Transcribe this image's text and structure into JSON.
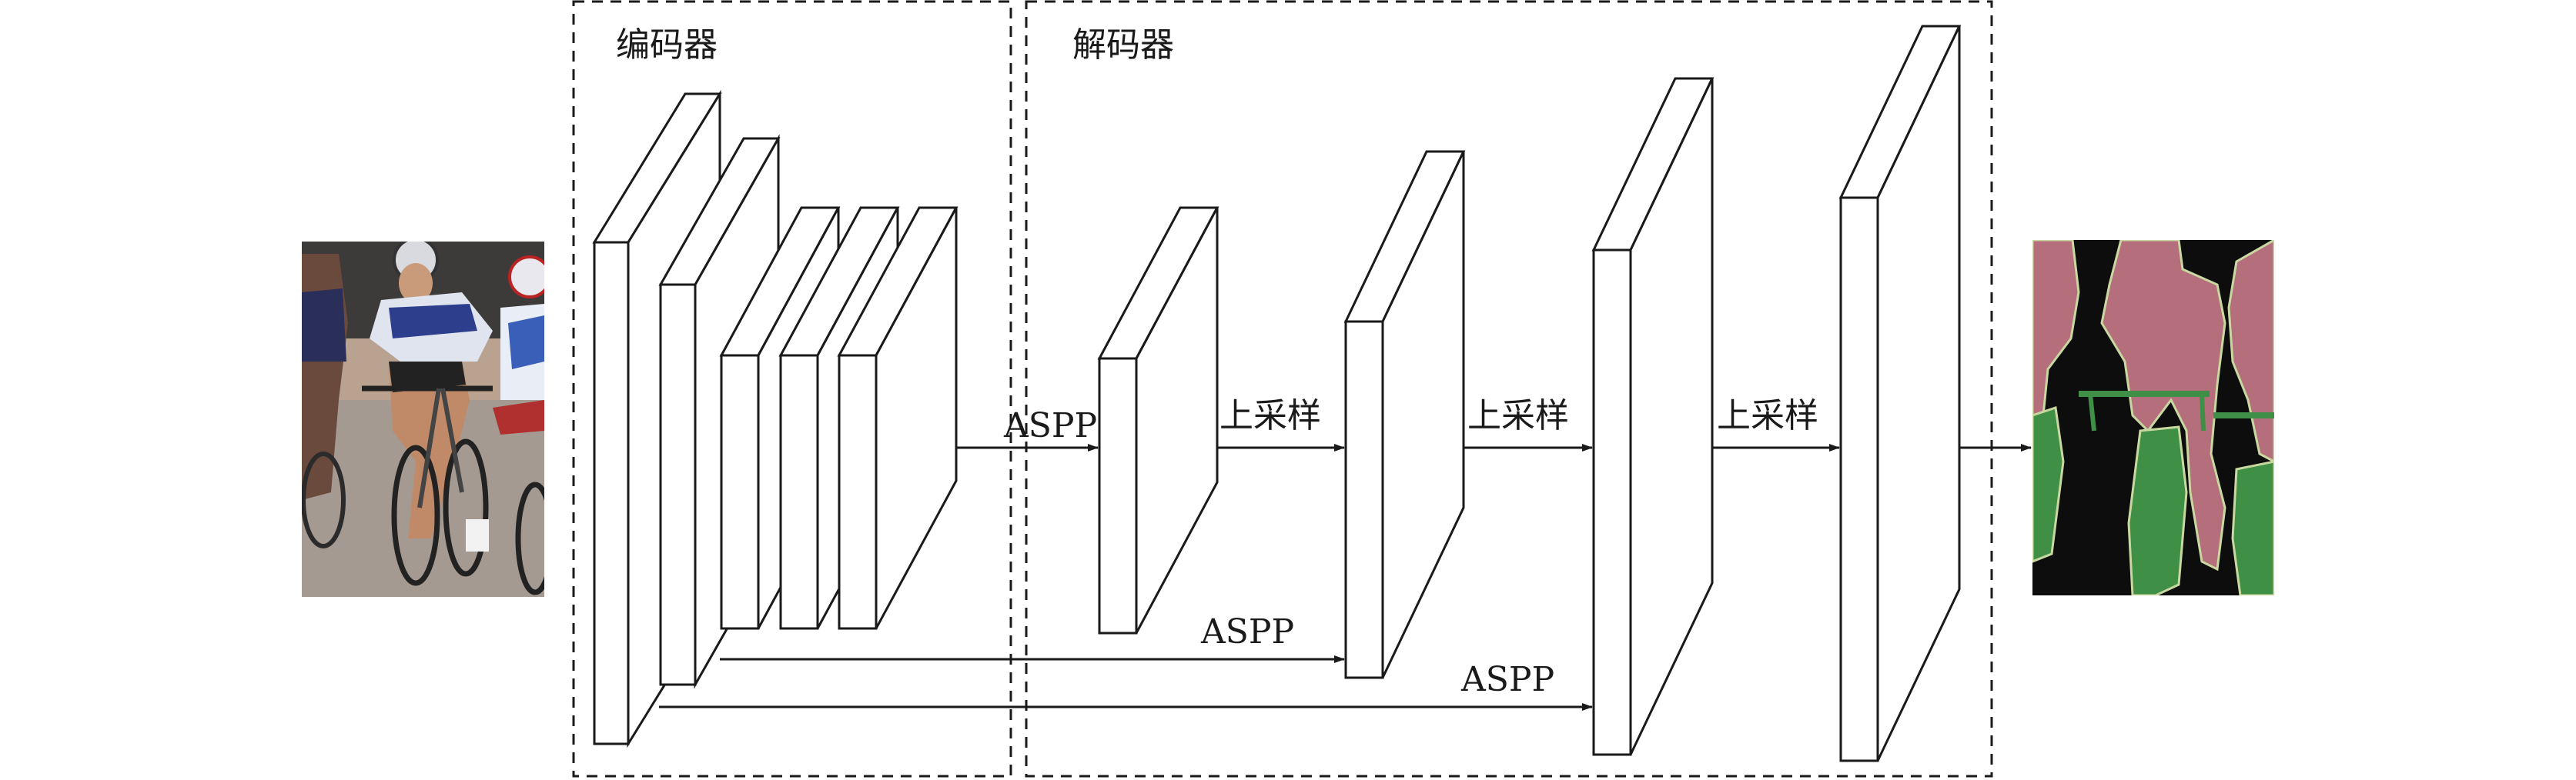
{
  "encoder_box": {
    "title": "编码器"
  },
  "decoder_box": {
    "title": "解码器"
  },
  "labels": {
    "aspp_main": "ASPP",
    "aspp_skip_1": "ASPP",
    "aspp_skip_2": "ASPP",
    "upsample_1": "上采样",
    "upsample_2": "上采样",
    "upsample_3": "上采样"
  },
  "input_image": {
    "subject": "three track cyclists racing"
  },
  "output_image": {
    "subject": "segmentation mask",
    "colors": {
      "background": "#0d0d0d",
      "person": "#b56e7b",
      "bicycle": "#3f8f46",
      "boundary": "#c9d8a0"
    }
  }
}
